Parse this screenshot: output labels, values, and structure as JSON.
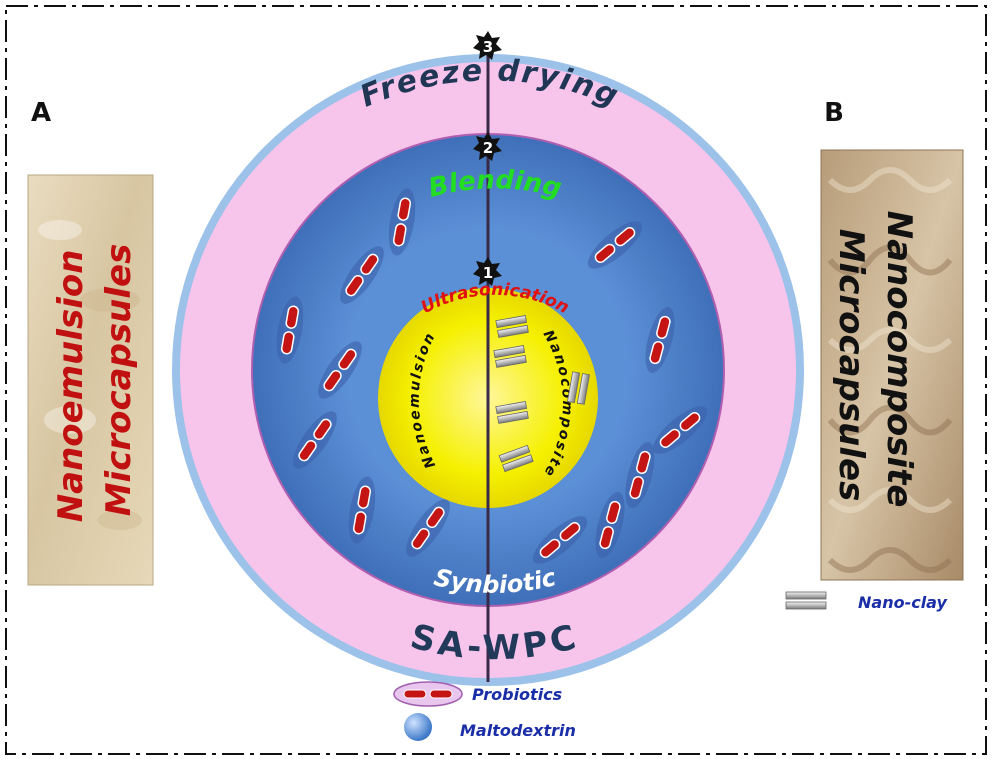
{
  "panels": {
    "left_letter": "A",
    "right_letter": "B",
    "left_title": "Nanoemulsion\nMicrocapsules",
    "right_title": "Nanocomposite\nMicrocapsules"
  },
  "rings": {
    "outer_label": "Freeze drying",
    "middle_label": "Blending",
    "inner_top_label": "Ultrasonication",
    "inner_left_label": "Nanoemulsion",
    "inner_right_label": "Nanocomposite",
    "synbiotic_label": "Synbiotic",
    "wall_label": "SA-WPC"
  },
  "steps": [
    "1",
    "2",
    "3"
  ],
  "legend": {
    "probiotics": "Probiotics",
    "maltodextrin": "Maltodextrin",
    "nanoclay": "Nano-clay"
  },
  "colors": {
    "outer_ring": "#f7c4ec",
    "outer_border": "#8fb8e6",
    "middle_ring": "#4f86cf",
    "inner_core": "#f7f200",
    "probiotic": "#c41414",
    "title_red": "#c01010",
    "freeze_text": "#1f3655",
    "blending_text": "#22dd22",
    "ultrasonication_text": "#e01010",
    "legend_text": "#1a2ea8"
  }
}
